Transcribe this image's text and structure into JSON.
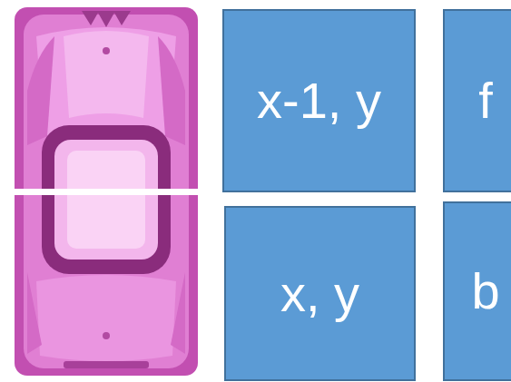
{
  "diagram": {
    "nodes": [
      {
        "text": [
          "x-1, y"
        ]
      },
      {
        "text": [
          "f"
        ]
      },
      {
        "text": [
          "x, y"
        ]
      },
      {
        "text": [
          "b"
        ]
      }
    ]
  }
}
